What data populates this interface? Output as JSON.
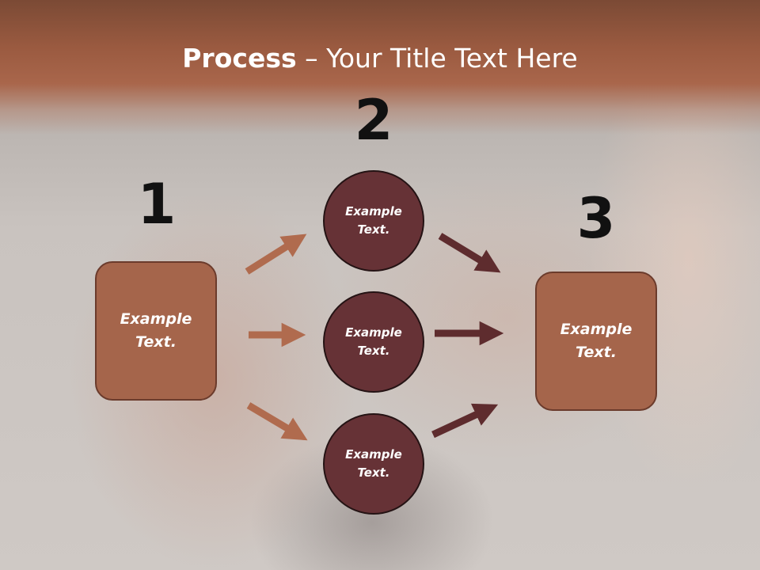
{
  "title": {
    "bold": "Process",
    "rest": " – Your Title Text Here"
  },
  "steps": [
    {
      "number": "1"
    },
    {
      "number": "2"
    },
    {
      "number": "3"
    }
  ],
  "left_box": {
    "text": "Example Text."
  },
  "right_box": {
    "text": "Example Text."
  },
  "circles": [
    {
      "text": "Example Text."
    },
    {
      "text": "Example Text."
    },
    {
      "text": "Example Text."
    }
  ],
  "colors": {
    "title_band": "#a9664b",
    "box_fill": "#a5654b",
    "circle_fill": "#663236",
    "left_arrows": "#b06b4e",
    "right_arrows": "#5e2c2e"
  }
}
